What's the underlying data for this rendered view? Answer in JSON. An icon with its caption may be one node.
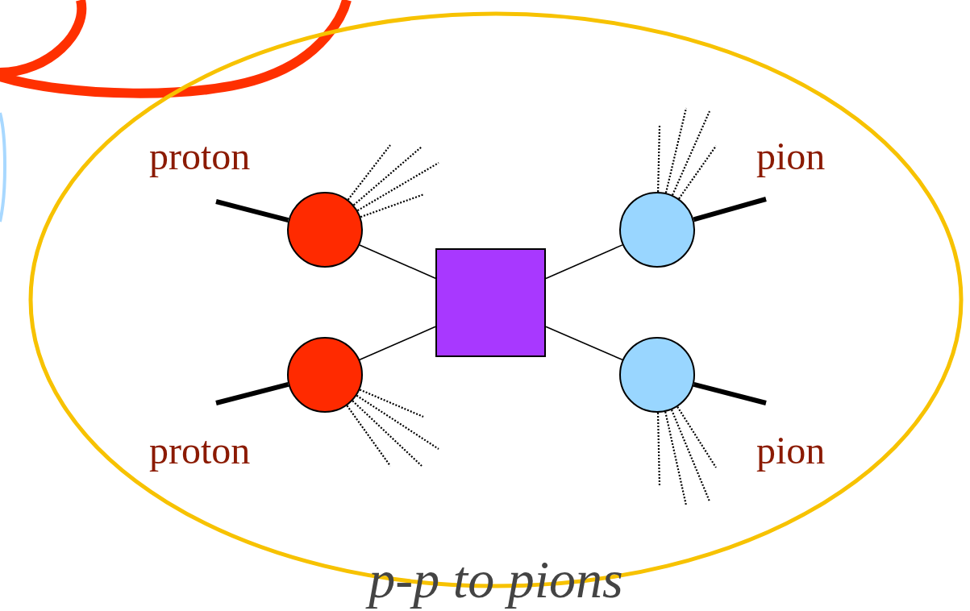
{
  "diagram": {
    "nodes": [
      {
        "text": [
          "p-p to pions"
        ]
      },
      {
        "text": [],
        "shape": "circle",
        "in": 0,
        "beside": [
          "proton"
        ]
      },
      {
        "text": [],
        "shape": "circle",
        "in": 0,
        "beside": [
          "proton"
        ]
      },
      {
        "text": [],
        "shape": "box",
        "in": 0
      },
      {
        "text": [],
        "shape": "circle",
        "in": 0,
        "beside": [
          "pion"
        ]
      },
      {
        "text": [],
        "shape": "circle",
        "in": 0,
        "beside": [
          "pion"
        ]
      }
    ],
    "edges": [
      {
        "from": null,
        "to": 1,
        "arrow": "none",
        "style": "thick"
      },
      {
        "from": null,
        "to": 2,
        "arrow": "none",
        "style": "thick"
      },
      {
        "from": 1,
        "to": 3,
        "arrow": "none"
      },
      {
        "from": 2,
        "to": 3,
        "arrow": "none"
      },
      {
        "from": 3,
        "to": 4,
        "arrow": "none"
      },
      {
        "from": 3,
        "to": 5,
        "arrow": "none"
      },
      {
        "from": 4,
        "to": null,
        "arrow": "none",
        "style": "thick"
      },
      {
        "from": 5,
        "to": null,
        "arrow": "none",
        "style": "thick"
      },
      {
        "from": 1,
        "to": null,
        "arrow": "none",
        "style": "dashed"
      },
      {
        "from": 1,
        "to": null,
        "arrow": "none",
        "style": "dashed"
      },
      {
        "from": 1,
        "to": null,
        "arrow": "none",
        "style": "dashed"
      },
      {
        "from": 1,
        "to": null,
        "arrow": "none",
        "style": "dashed"
      },
      {
        "from": 2,
        "to": null,
        "arrow": "none",
        "style": "dashed"
      },
      {
        "from": 2,
        "to": null,
        "arrow": "none",
        "style": "dashed"
      },
      {
        "from": 2,
        "to": null,
        "arrow": "none",
        "style": "dashed"
      },
      {
        "from": 2,
        "to": null,
        "arrow": "none",
        "style": "dashed"
      },
      {
        "from": 4,
        "to": null,
        "arrow": "none",
        "style": "dashed"
      },
      {
        "from": 4,
        "to": null,
        "arrow": "none",
        "style": "dashed"
      },
      {
        "from": 4,
        "to": null,
        "arrow": "none",
        "style": "dashed"
      },
      {
        "from": 4,
        "to": null,
        "arrow": "none",
        "style": "dashed"
      },
      {
        "from": 5,
        "to": null,
        "arrow": "none",
        "style": "dashed"
      },
      {
        "from": 5,
        "to": null,
        "arrow": "none",
        "style": "dashed"
      },
      {
        "from": 5,
        "to": null,
        "arrow": "none",
        "style": "dashed"
      },
      {
        "from": 5,
        "to": null,
        "arrow": "none",
        "style": "dashed"
      }
    ]
  }
}
